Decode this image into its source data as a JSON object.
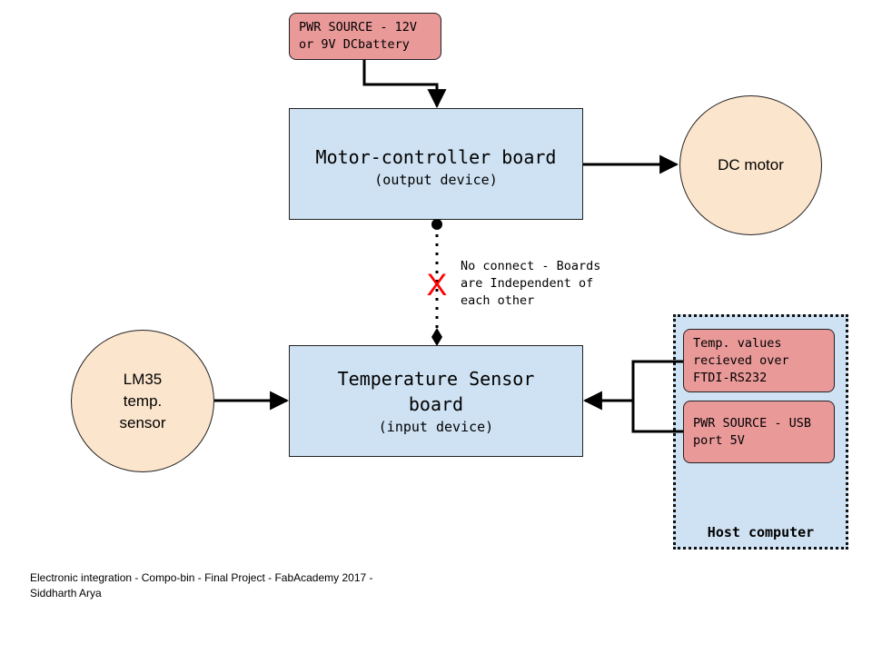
{
  "nodes": {
    "pwr_battery": {
      "text": "PWR SOURCE - 12V\nor 9V DCbattery"
    },
    "motor_board": {
      "title": "Motor-controller board",
      "subtitle": "(output device)"
    },
    "dc_motor": {
      "text": "DC motor"
    },
    "temp_board": {
      "title_line1": "Temperature Sensor",
      "title_line2": "board",
      "subtitle": "(input device)"
    },
    "lm35": {
      "line1": "LM35",
      "line2": "temp.",
      "line3": "sensor"
    },
    "temp_values": {
      "text": "Temp. values\nrecieved over\nFTDI-RS232"
    },
    "pwr_usb": {
      "text": "PWR SOURCE - USB\nport 5V"
    },
    "host_group": {
      "label": "Host computer"
    }
  },
  "annotations": {
    "no_connect_mark": "X",
    "no_connect_note": "No connect - Boards\nare Independent of\neach other"
  },
  "footer": {
    "caption": "Electronic integration - Compo-bin - Final Project - FabAcademy 2017 -\nSiddharth Arya"
  },
  "edges": [
    {
      "from": "PWR SOURCE - 12V or 9V DCbattery",
      "to": "Motor-controller board"
    },
    {
      "from": "Motor-controller board",
      "to": "DC motor"
    },
    {
      "from": "LM35 temp. sensor",
      "to": "Temperature Sensor board"
    },
    {
      "from": "Host computer",
      "to": "Temperature Sensor board"
    },
    {
      "from": "Motor-controller board",
      "to": "Temperature Sensor board",
      "style": "dotted",
      "note": "no connect"
    }
  ],
  "colors": {
    "board_fill": "#cfe2f3",
    "power_fill": "#ea9999",
    "circle_fill": "#fce5cd",
    "no_connect_mark": "#ff0000"
  }
}
